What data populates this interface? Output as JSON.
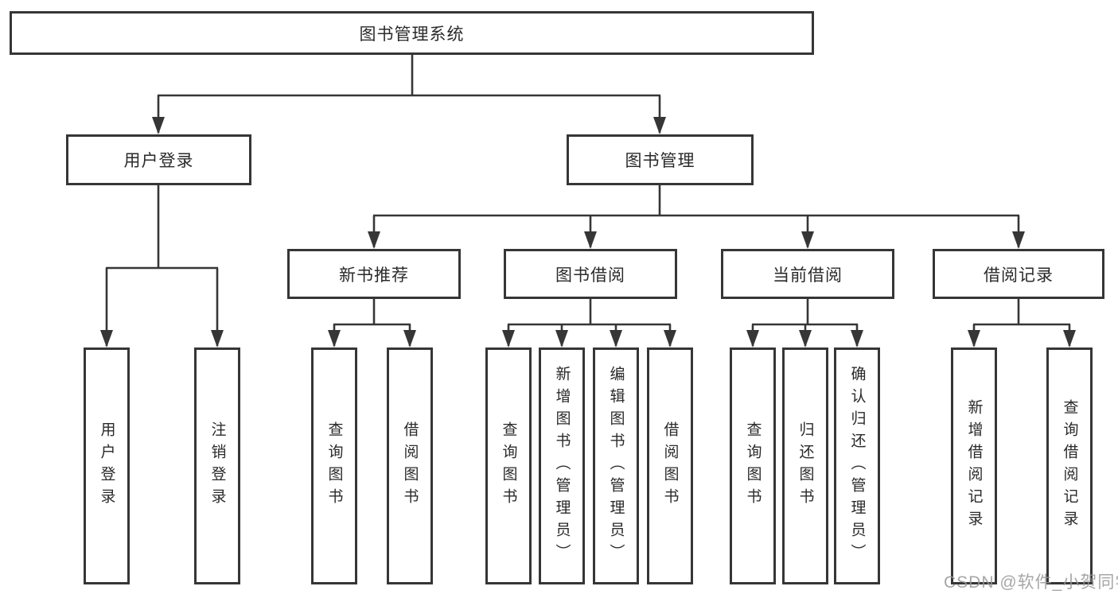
{
  "diagram": {
    "title": "图书管理系统",
    "tree": {
      "root": {
        "label": "图书管理系统"
      },
      "level2": [
        {
          "label": "用户登录"
        },
        {
          "label": "图书管理"
        }
      ],
      "level3": [
        {
          "label": "新书推荐"
        },
        {
          "label": "图书借阅"
        },
        {
          "label": "当前借阅"
        },
        {
          "label": "借阅记录"
        }
      ],
      "leaves": {
        "user_login": [
          {
            "label": "用户登录"
          },
          {
            "label": "注销登录"
          }
        ],
        "new_books": [
          {
            "label": "查询图书"
          },
          {
            "label": "借阅图书"
          }
        ],
        "book_borrow": [
          {
            "label": "查询图书"
          },
          {
            "label": "新增图书（管理员）"
          },
          {
            "label": "编辑图书（管理员）"
          },
          {
            "label": "借阅图书"
          }
        ],
        "current_borrow": [
          {
            "label": "查询图书"
          },
          {
            "label": "归还图书"
          },
          {
            "label": "确认归还（管理员）"
          }
        ],
        "borrow_records": [
          {
            "label": "新增借阅记录"
          },
          {
            "label": "查询借阅记录"
          }
        ]
      }
    },
    "colors": {
      "line": "#363636",
      "text": "#2a2a2a",
      "background": "#ffffff",
      "watermark": "#969696"
    }
  },
  "watermark": {
    "text": "CSDN @软件_小贺同学"
  }
}
